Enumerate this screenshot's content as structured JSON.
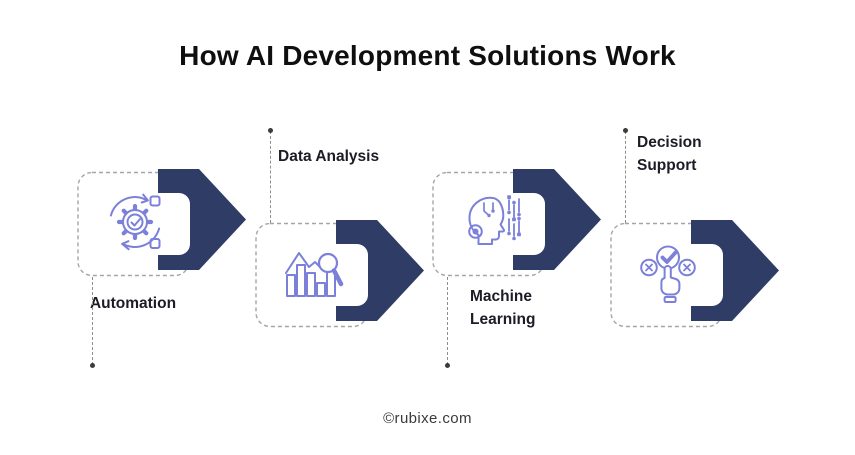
{
  "title": "How AI Development Solutions Work",
  "steps": [
    {
      "label": "Automation",
      "icon": "automation-gear-sync-icon",
      "label_position": "below"
    },
    {
      "label": "Data Analysis",
      "icon": "bar-chart-magnifier-icon",
      "label_position": "above"
    },
    {
      "label": "Machine Learning",
      "icon": "ai-head-circuit-icon",
      "label_position": "below"
    },
    {
      "label": "Decision Support",
      "icon": "choice-check-hand-icon",
      "label_position": "above"
    }
  ],
  "footer": {
    "watermark": "©rubixe.com"
  },
  "colors": {
    "arrow_navy": "#2e3c66",
    "icon_purple": "#7b80d8",
    "title_black": "#0f0f0f",
    "label_dark": "#1c1c26",
    "connector_gray": "#8f8f8f",
    "dot_dark": "#3c3c3c",
    "box_border": "#a6a6a6"
  }
}
